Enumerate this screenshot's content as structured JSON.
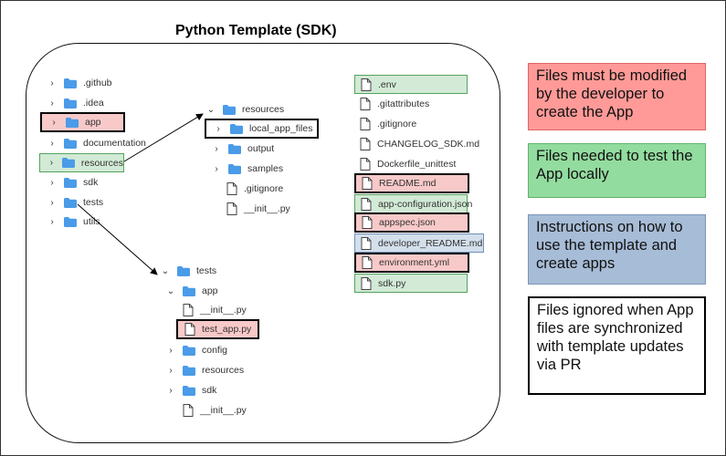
{
  "title": "Python Template (SDK)",
  "colors": {
    "modify_red": "#ff9a98",
    "local_green": "#93dc9f",
    "instructions_blue": "#a7bcd6",
    "ignored_border": "#000000",
    "folder_blue": "#4a9be8"
  },
  "tree_root": [
    {
      "label": ".github",
      "icon": "folder-icon",
      "highlight": "none"
    },
    {
      "label": ".idea",
      "icon": "folder-icon",
      "highlight": "none"
    },
    {
      "label": "app",
      "icon": "folder-icon",
      "highlight": "red-thick"
    },
    {
      "label": "documentation",
      "icon": "folder-icon",
      "highlight": "none"
    },
    {
      "label": "resources",
      "icon": "folder-icon",
      "highlight": "green"
    },
    {
      "label": "sdk",
      "icon": "folder-icon",
      "highlight": "none"
    },
    {
      "label": "tests",
      "icon": "folder-icon",
      "highlight": "none"
    },
    {
      "label": "utils",
      "icon": "folder-icon",
      "highlight": "none"
    }
  ],
  "tree_resources": [
    {
      "label": "resources",
      "icon": "folder-icon",
      "expanded": true
    },
    {
      "label": "local_app_files",
      "icon": "folder-icon",
      "highlight": "thick"
    },
    {
      "label": "output",
      "icon": "folder-icon"
    },
    {
      "label": "samples",
      "icon": "folder-icon"
    },
    {
      "label": ".gitignore",
      "icon": "file-icon"
    },
    {
      "label": "__init__.py",
      "icon": "file-icon"
    }
  ],
  "tree_tests": [
    {
      "label": "tests",
      "icon": "folder-icon",
      "expanded": true
    },
    {
      "label": "app",
      "icon": "folder-icon",
      "expanded": true
    },
    {
      "label": "__init__.py",
      "icon": "file-icon"
    },
    {
      "label": "test_app.py",
      "icon": "file-icon",
      "highlight": "red-thick"
    },
    {
      "label": "config",
      "icon": "folder-icon"
    },
    {
      "label": "resources",
      "icon": "folder-icon"
    },
    {
      "label": "sdk",
      "icon": "folder-icon"
    },
    {
      "label": "__init__.py",
      "icon": "file-icon"
    }
  ],
  "root_files": [
    {
      "label": ".env",
      "highlight": "green"
    },
    {
      "label": ".gitattributes",
      "highlight": "none"
    },
    {
      "label": ".gitignore",
      "highlight": "none"
    },
    {
      "label": "CHANGELOG_SDK.md",
      "highlight": "none"
    },
    {
      "label": "Dockerfile_unittest",
      "highlight": "none"
    },
    {
      "label": "README.md",
      "highlight": "red-thick"
    },
    {
      "label": "app-configuration.json",
      "highlight": "green"
    },
    {
      "label": "appspec.json",
      "highlight": "red-thick"
    },
    {
      "label": "developer_README.md",
      "highlight": "blue"
    },
    {
      "label": "environment.yml",
      "highlight": "red-thick"
    },
    {
      "label": "sdk.py",
      "highlight": "green"
    }
  ],
  "legend": {
    "red": "Files must be modified by the developer to create the App",
    "green": "Files needed to test the App locally",
    "blue": "Instructions on how to use the template and create apps",
    "white": "Files ignored when App files are synchronized with template updates via PR"
  }
}
